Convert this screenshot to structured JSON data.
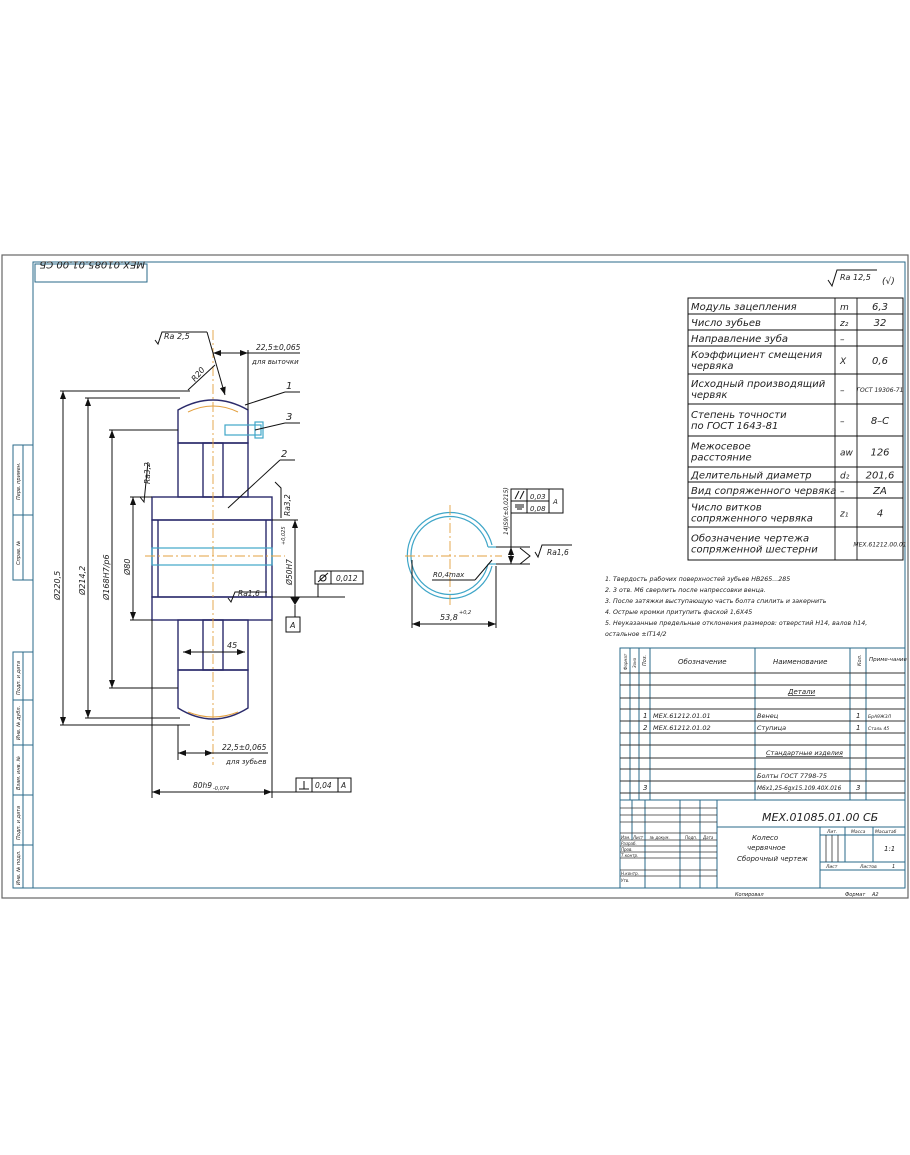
{
  "sheet": {
    "designation_rotated": "МЕХ.01085.01.00 СБ",
    "roughness_general": "Ra 12,5",
    "roughness_general_symbol": "(√)"
  },
  "side_strip": [
    "Перв. примен.",
    "Справ. №",
    "Подп. и дата",
    "Инв. № дубл.",
    "Взам. инв. №",
    "Подп. и дата",
    "Инв. № подл."
  ],
  "main_view": {
    "roughness_top": "Ra 2,5",
    "radius": "R20",
    "dim_rim_top": "22,5±0,065",
    "dim_rim_top_note": "для выточки",
    "callouts": [
      "1",
      "3",
      "2"
    ],
    "roughness_left": "Ra3,2",
    "roughness_right": "Ra3,2",
    "roughness_bore": "Ra1,6",
    "dia_outer": "Ø220,5",
    "dia_pitch": "Ø214,2",
    "dia_fit": "Ø168H7/p6",
    "dia_hub": "Ø80",
    "dia_bore": "Ø50H7",
    "dia_bore_tol": "+0,025",
    "runout_value": "0,012",
    "datum": "A",
    "dim_web": "45",
    "dim_rim_bottom": "22,5±0,065",
    "dim_rim_bottom_note": "для зубьев",
    "dim_width": "80h9",
    "dim_width_tol": "-0,074",
    "perp_value": "0,04",
    "perp_datum": "A"
  },
  "section_view": {
    "parallel_value": "0,03",
    "symmetry_value": "0,08",
    "datum": "A",
    "keyway_dim": "14JS9(±0,0215)",
    "radius": "R0,4max",
    "roughness": "Ra1,6",
    "dim_depth": "53,8",
    "dim_depth_tol": "+0,2"
  },
  "param_table": [
    {
      "label": "Модуль зацепления",
      "sym": "m",
      "value": "6,3"
    },
    {
      "label": "Число зубьев",
      "sym": "z₂",
      "value": "32"
    },
    {
      "label": "Направление зуба",
      "sym": "–",
      "value": ""
    },
    {
      "label": "Коэффициент смещения червяка",
      "sym": "X",
      "value": "0,6"
    },
    {
      "label": "Исходный производящий червяк",
      "sym": "–",
      "value": "ГОСТ 19306-71"
    },
    {
      "label": "Степень точности по ГОСТ 1643-81",
      "sym": "–",
      "value": "8–С"
    },
    {
      "label": "Межосевое расстояние",
      "sym": "aw",
      "value": "126"
    },
    {
      "label": "Делительный диаметр",
      "sym": "d₂",
      "value": "201,6"
    },
    {
      "label": "Вид сопряженного червяка",
      "sym": "–",
      "value": "ZA"
    },
    {
      "label": "Число витков сопряженного червяка",
      "sym": "z₁",
      "value": "4"
    },
    {
      "label": "Обозначение чертежа сопряженной шестерни",
      "sym": "",
      "value": "МЕХ.61212.00.01"
    }
  ],
  "notes": [
    "1. Твердость рабочих поверхностей зубьев НВ265...285",
    "2. 3 отв. М6 сверлить после напрессовки венца.",
    "3. После затяжки выступающую часть болта спилить и закернить",
    "4. Острые кромки притупить фаской 1,6Х45",
    "5. Неуказанные предельные отклонения размеров: отверстий Н14, валов h14,",
    "остальное ±IT14/2"
  ],
  "bom": {
    "headers": [
      "Формат",
      "Зона",
      "Поз.",
      "Обозначение",
      "Наименование",
      "Кол.",
      "Приме-чание"
    ],
    "section_parts": "Детали",
    "section_standard": "Стандартные изделия",
    "rows": [
      {
        "pos": "1",
        "code": "МЕХ.61212.01.01",
        "name": "Венец",
        "qty": "1",
        "note": "БрА9Ж3Л"
      },
      {
        "pos": "2",
        "code": "МЕХ.61212.01.02",
        "name": "Ступица",
        "qty": "1",
        "note": "Сталь 45"
      }
    ],
    "std_name": "Болты ГОСТ 7798-75",
    "std_row": {
      "pos": "3",
      "name": "М6х1,25-6gх15.109.40Х.016",
      "qty": "3"
    }
  },
  "title_block": {
    "designation": "МЕХ.01085.01.00 СБ",
    "name_lines": [
      "Колесо",
      "червячное",
      "Сборочный чертеж"
    ],
    "col_headers": [
      "Изм.",
      "Лист",
      "№ докум.",
      "Подп.",
      "Дата"
    ],
    "roles": [
      "Разраб.",
      "Пров.",
      "Т.контр.",
      "Н.контр.",
      "Утв."
    ],
    "lit": "Лит.",
    "mass": "Масса",
    "scale_label": "Масштаб",
    "scale": "1:1",
    "sheet": "Лист",
    "sheets": "Листов",
    "sheets_count": "1",
    "copied": "Копировал",
    "format_label": "Формат",
    "format": "А2"
  }
}
